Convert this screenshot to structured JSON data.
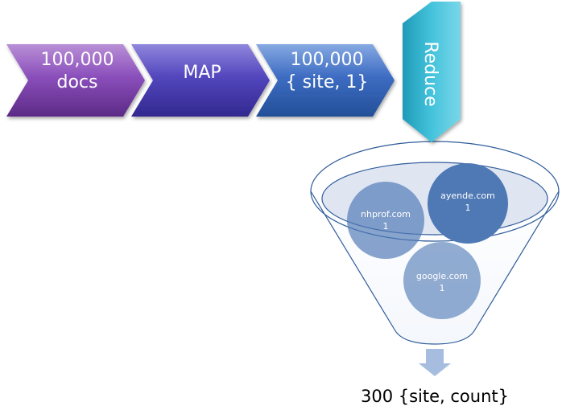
{
  "flow": {
    "step1": {
      "line1": "100,000",
      "line2": "docs"
    },
    "step2": {
      "label": "MAP"
    },
    "step3": {
      "line1": "100,000",
      "line2": "{ site, 1}"
    },
    "reduce": {
      "label": "Reduce"
    }
  },
  "funnel": {
    "items": [
      {
        "site": "nhprof.com",
        "count": "1"
      },
      {
        "site": "ayende.com",
        "count": "1"
      },
      {
        "site": "google.com",
        "count": "1"
      }
    ]
  },
  "result": {
    "label": "300 {site, count}"
  },
  "colors": {
    "step1": "#7b3fa6",
    "step2": "#4b3fb0",
    "step3": "#2f5fb5",
    "reduce": "#2fb4cf",
    "circle": "#4f79b5",
    "arrow": "#a7bde0"
  }
}
